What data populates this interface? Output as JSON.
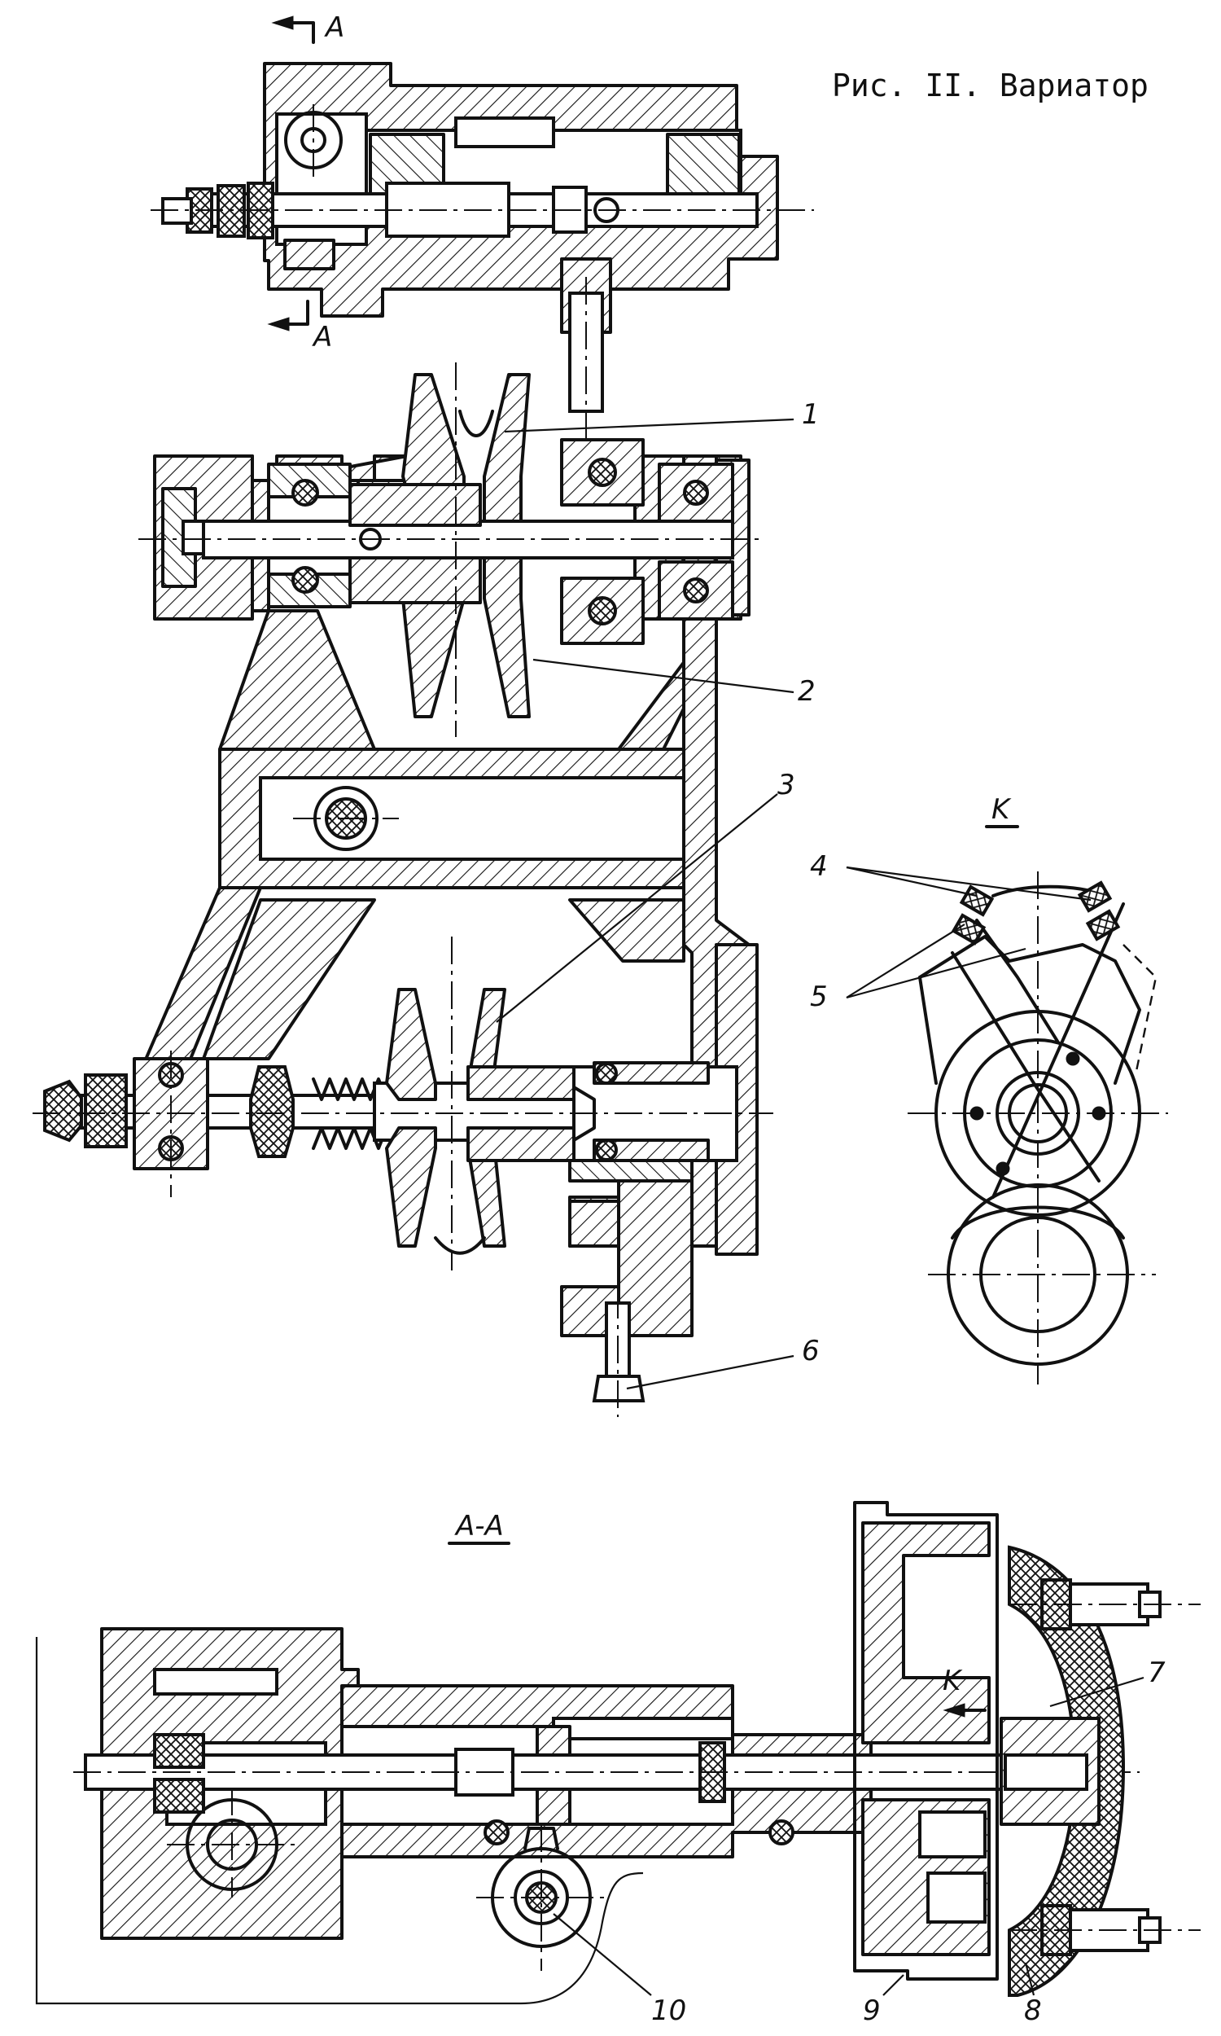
{
  "caption": "Рис.  II. Вариатор",
  "section_marks": {
    "top": "A",
    "bottom": "A",
    "section_title": "A-A",
    "view_title": "K",
    "view_arrow": "K"
  },
  "callouts": [
    "1",
    "2",
    "3",
    "4",
    "5",
    "6",
    "7",
    "8",
    "9",
    "10"
  ]
}
